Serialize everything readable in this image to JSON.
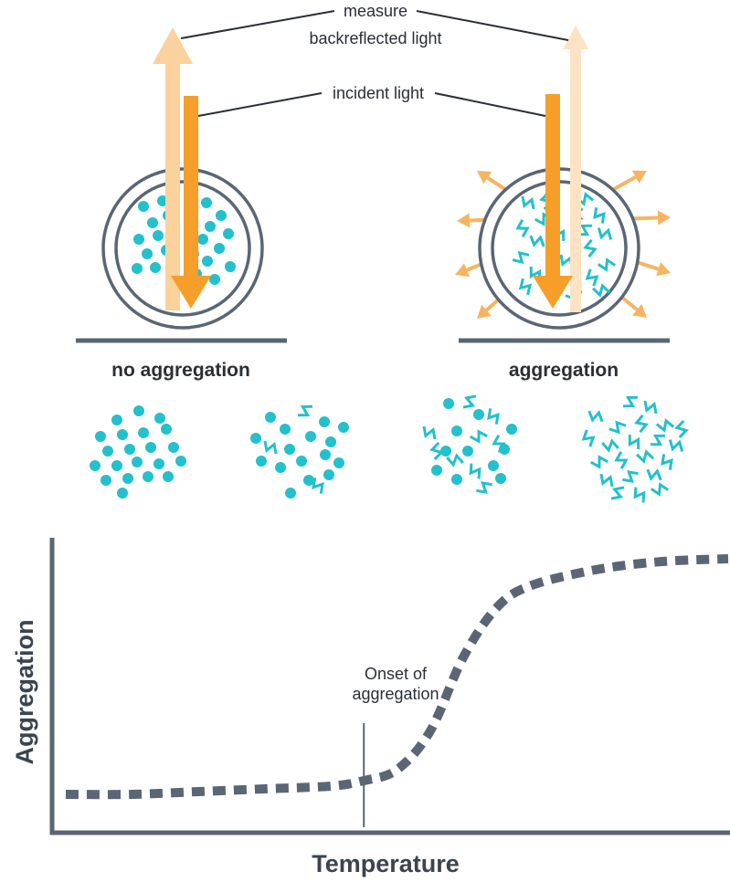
{
  "labels": {
    "measure": "measure",
    "backreflected": "backreflected light",
    "incident": "incident light",
    "no_aggregation": "no aggregation",
    "aggregation": "aggregation",
    "onset_line1": "Onset of",
    "onset_line2": "aggregation"
  },
  "chart_data": {
    "type": "line",
    "xlabel": "Temperature",
    "ylabel": "Aggregation",
    "annotations": [
      "Onset of aggregation"
    ],
    "series": [
      {
        "style": "dashed",
        "x": [
          0,
          0.1,
          0.2,
          0.3,
          0.4,
          0.45,
          0.5,
          0.55,
          0.6,
          0.65,
          0.7,
          0.8,
          0.9,
          1.0
        ],
        "y": [
          0.1,
          0.1,
          0.11,
          0.12,
          0.13,
          0.15,
          0.19,
          0.33,
          0.6,
          0.78,
          0.86,
          0.92,
          0.95,
          0.96
        ]
      }
    ],
    "onset_x": 0.45,
    "xlim": [
      0,
      1
    ],
    "ylim": [
      0,
      1
    ]
  },
  "colors": {
    "slate": "#5a6675",
    "teal": "#23c0cd",
    "orange": "#f59f2a",
    "light_orange": "#fbd19d",
    "arrow_orange": "#f7b460"
  }
}
